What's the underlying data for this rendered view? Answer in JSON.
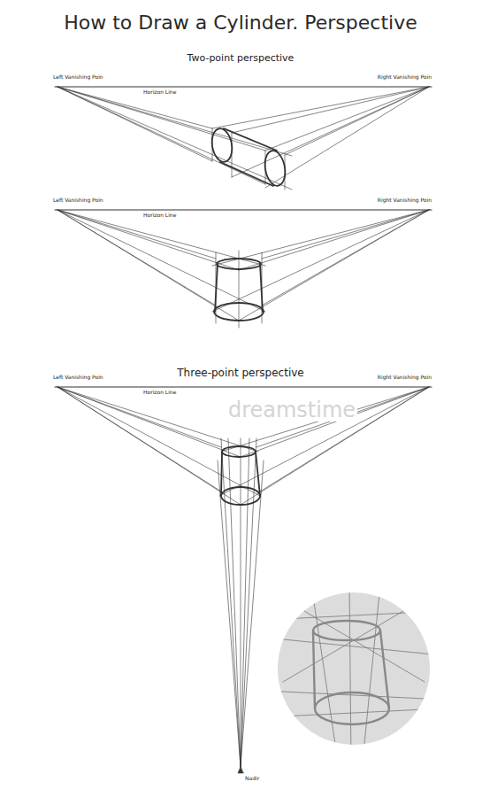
{
  "diagram": {
    "title": "How to Draw a Cylinder. Perspective",
    "labels": [
      "Two-point perspective",
      "Left Vanishing Poin",
      "Right Vanishing Poin",
      "Horizon Line",
      "Left Vanishing Poin",
      "Right Vanishing Poin",
      "Horizon Line",
      "Three-point perspective",
      "Left Vanishing Poin",
      "Right Vanishing Poin",
      "Horizon Line",
      "Nadir",
      "dreamstime"
    ]
  }
}
